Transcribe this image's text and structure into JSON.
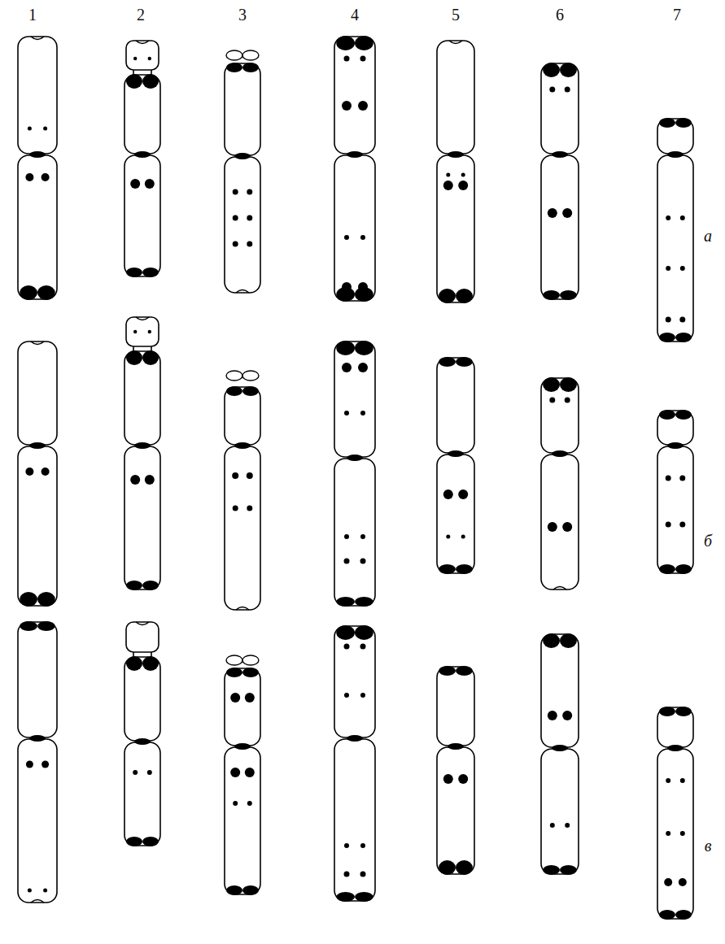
{
  "diagram": {
    "labels": [
      "1",
      "2",
      "3",
      "4",
      "5",
      "6",
      "7",
      "а",
      "б",
      "в"
    ]
  }
}
